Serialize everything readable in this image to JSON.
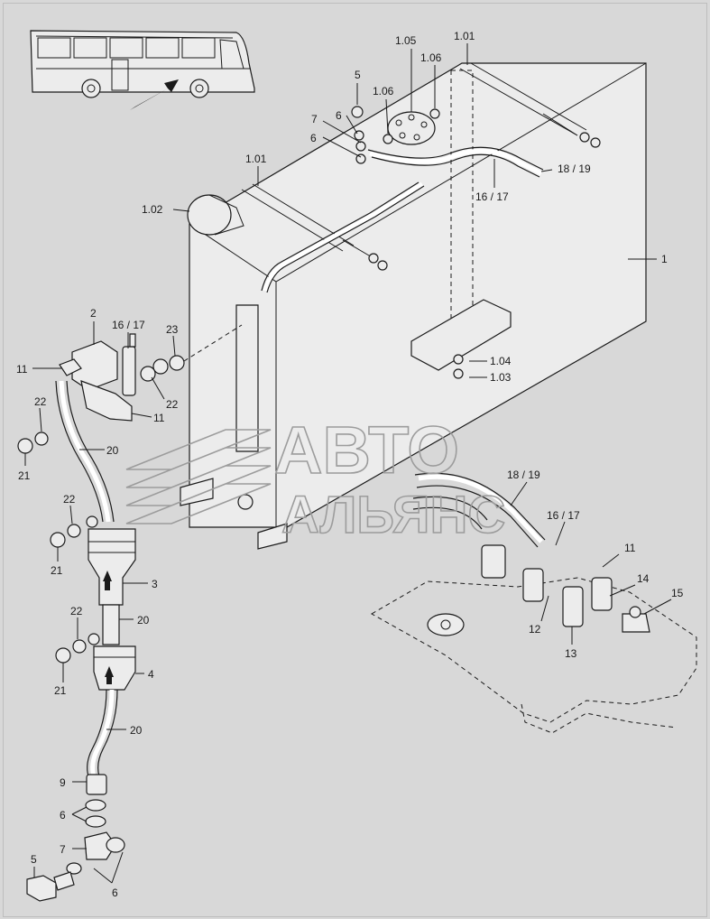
{
  "diagram": {
    "watermark": {
      "line1": "АВТО",
      "line2": "АЛЬЯНС"
    },
    "callouts": {
      "c1": "1",
      "c101a": "1.01",
      "c101b": "1.01",
      "c102": "1.02",
      "c103": "1.03",
      "c104": "1.04",
      "c105": "1.05",
      "c106a": "1.06",
      "c106b": "1.06",
      "c2": "2",
      "c3": "3",
      "c4": "4",
      "c5a": "5",
      "c5b": "5",
      "c6a": "6",
      "c6b": "6",
      "c6c": "6",
      "c6d": "6",
      "c7a": "7",
      "c7b": "7",
      "c9": "9",
      "c11a": "11",
      "c11b": "11",
      "c11c": "11",
      "c12": "12",
      "c13": "13",
      "c14": "14",
      "c15": "15",
      "c1617a": "16 / 17",
      "c1617b": "16 / 17",
      "c1617c": "16 / 17",
      "c1819a": "18 / 19",
      "c1819b": "18 / 19",
      "c20a": "20",
      "c20b": "20",
      "c20c": "20",
      "c21a": "21",
      "c21b": "21",
      "c21c": "21",
      "c22a": "22",
      "c22b": "22",
      "c22c": "22",
      "c22d": "22",
      "c23": "23"
    }
  }
}
